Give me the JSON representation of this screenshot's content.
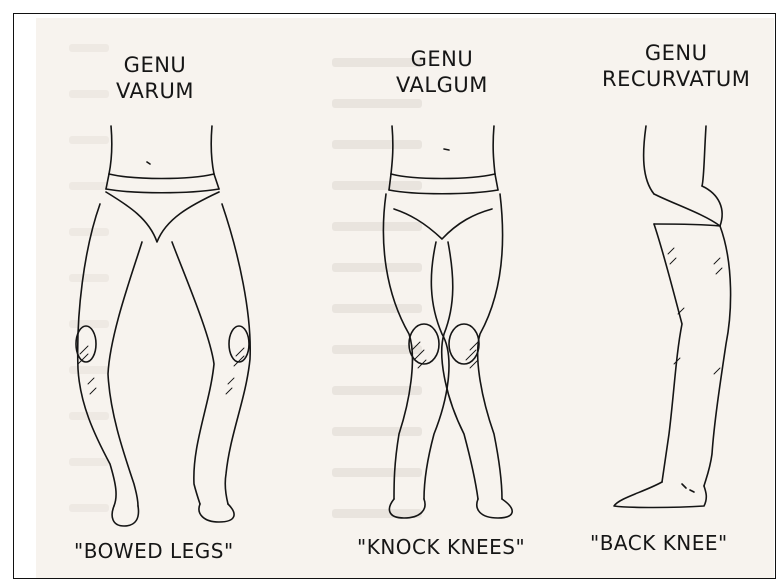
{
  "figures": [
    {
      "title_line1": "GENU",
      "title_line2": "VARUM",
      "caption": "\"BOWED LEGS\""
    },
    {
      "title_line1": "GENU",
      "title_line2": "VALGUM",
      "caption": "\"KNOCK KNEES\""
    },
    {
      "title_line1": "GENU",
      "title_line2": "RECURVATUM",
      "caption": "\"BACK KNEE\""
    }
  ]
}
